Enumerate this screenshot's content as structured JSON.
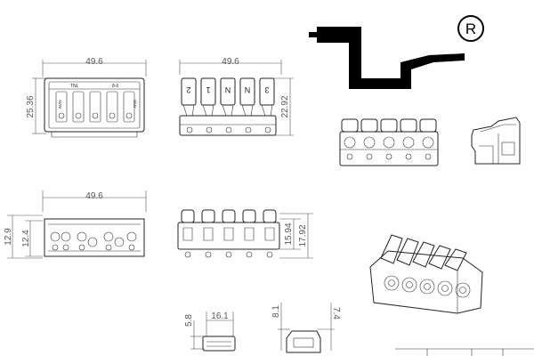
{
  "brand": {
    "registered_mark": "R"
  },
  "top_view": {
    "width_label": "49.6",
    "height_label": "25.36",
    "markings": [
      "TNL",
      "8-0",
      "AVW",
      "VAN"
    ]
  },
  "front_view": {
    "width_label": "49.6",
    "height_label": "22.92",
    "slot_labels": [
      "2",
      "1",
      "N",
      "N",
      "3"
    ]
  },
  "bottom_view": {
    "width_label": "49.6",
    "height_outer_label": "12.9",
    "height_inner_label": "12.4"
  },
  "rear_view": {
    "height_inner_label": "15.94",
    "height_outer_label": "17.92"
  },
  "side_small_view": {
    "width_label": "16.1",
    "height_label": "5.8"
  },
  "end_small_view": {
    "height_left_label": "8.1",
    "height_right_label": "7.4"
  }
}
